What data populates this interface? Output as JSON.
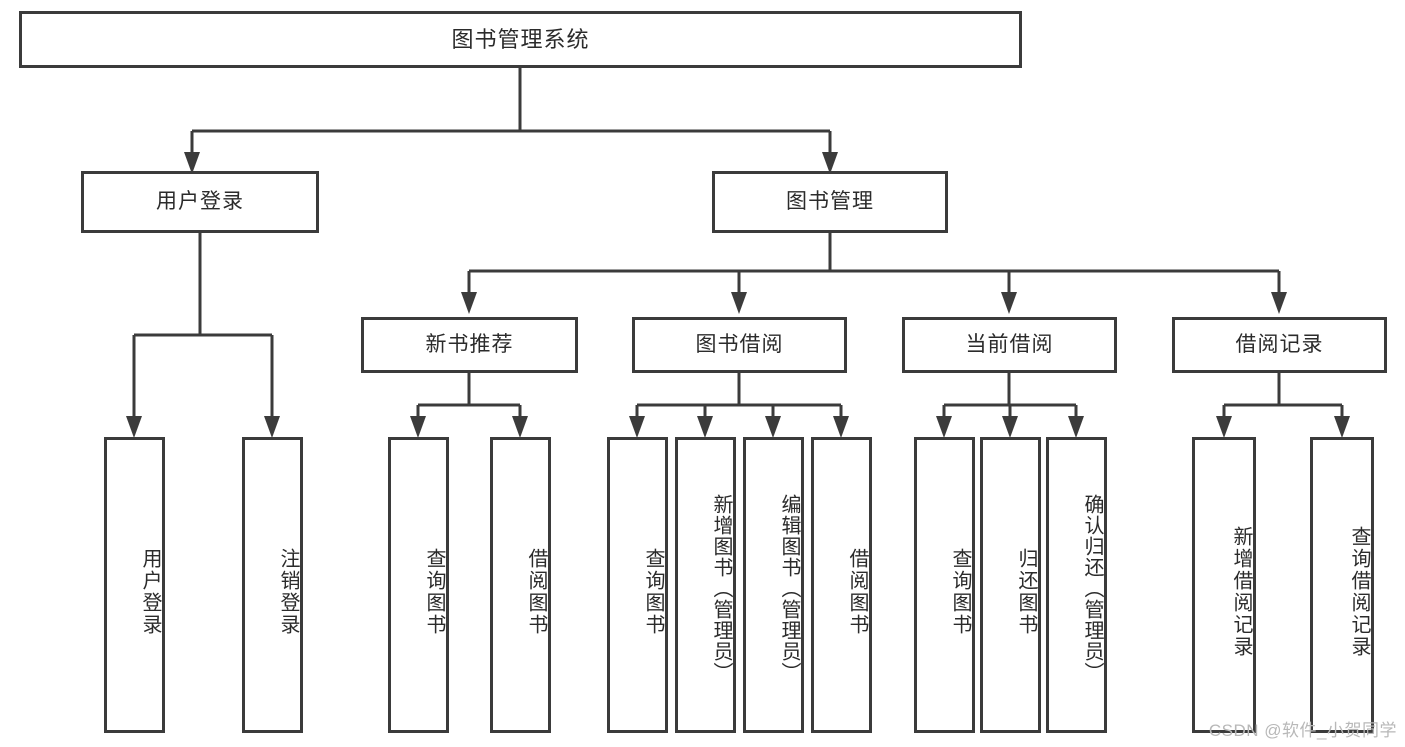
{
  "diagram": {
    "title": "图书管理系统",
    "type": "tree-hierarchy",
    "stroke_color": "#3b3b3b",
    "background_color": "#ffffff",
    "text_color": "#2b2b2b",
    "watermark": "CSDN @软件_小贺同学",
    "root": {
      "label": "图书管理系统"
    },
    "level2": [
      {
        "label": "用户登录"
      },
      {
        "label": "图书管理"
      }
    ],
    "level3": [
      {
        "label": "新书推荐"
      },
      {
        "label": "图书借阅"
      },
      {
        "label": "当前借阅"
      },
      {
        "label": "借阅记录"
      }
    ],
    "leaves": {
      "user_login": [
        {
          "label": "用户登录"
        },
        {
          "label": "注销登录"
        }
      ],
      "new_book_recommend": [
        {
          "label": "查询图书"
        },
        {
          "label": "借阅图书"
        }
      ],
      "book_borrow": [
        {
          "label": "查询图书"
        },
        {
          "label": "新增图书（管理员）"
        },
        {
          "label": "编辑图书（管理员）"
        },
        {
          "label": "借阅图书"
        }
      ],
      "current_borrow": [
        {
          "label": "查询图书"
        },
        {
          "label": "归还图书"
        },
        {
          "label": "确认归还（管理员）"
        }
      ],
      "borrow_record": [
        {
          "label": "新增借阅记录"
        },
        {
          "label": "查询借阅记录"
        }
      ]
    }
  }
}
